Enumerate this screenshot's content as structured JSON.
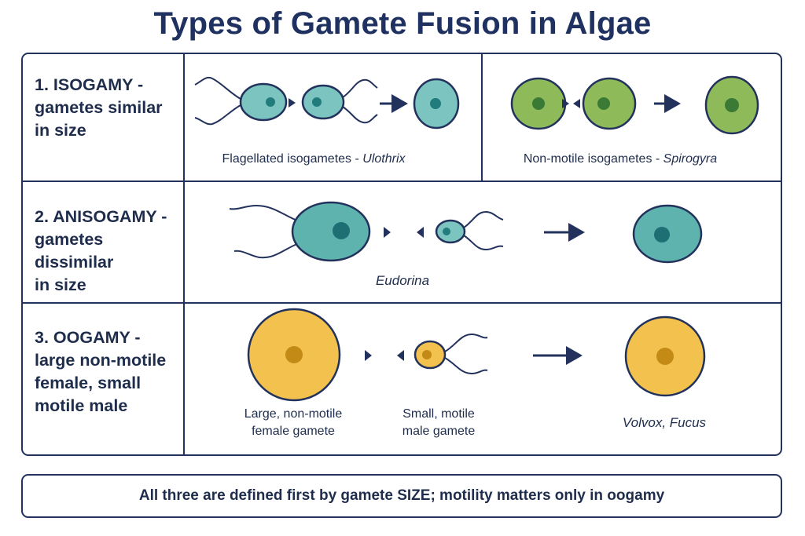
{
  "title": "Types of Gamete Fusion in Algae",
  "rows": [
    {
      "label_lines": [
        "1. ISOGAMY -",
        "gametes similar",
        "in size"
      ],
      "panels": [
        {
          "caption_text": "Flagellated isogametes - ",
          "caption_italic": "Ulothrix"
        },
        {
          "caption_text": "Non-motile isogametes - ",
          "caption_italic": "Spirogyra"
        }
      ]
    },
    {
      "label_lines": [
        "2. ANISOGAMY -",
        "gametes dissimilar",
        "in size"
      ],
      "panels": [
        {
          "caption_text": "",
          "caption_italic": "Eudorina"
        }
      ]
    },
    {
      "label_lines": [
        "3. OOGAMY -",
        "large non-motile",
        "female, small",
        "motile male"
      ],
      "captions": {
        "female_lines": [
          "Large, non-motile",
          "female gamete"
        ],
        "male_lines": [
          "Small, motile",
          "male gamete"
        ],
        "example_italic": "Volvox, Fucus"
      }
    }
  ],
  "footer": "All three are defined first by gamete SIZE; motility matters only in oogamy",
  "colors": {
    "outline": "#22325c",
    "teal_fill": "#7cc4c0",
    "teal_nucleus": "#227c7c",
    "green_fill": "#8fba5a",
    "green_nucleus": "#3b7a34",
    "yellow_fill": "#f2c14e",
    "yellow_nucleus": "#c48a16"
  }
}
